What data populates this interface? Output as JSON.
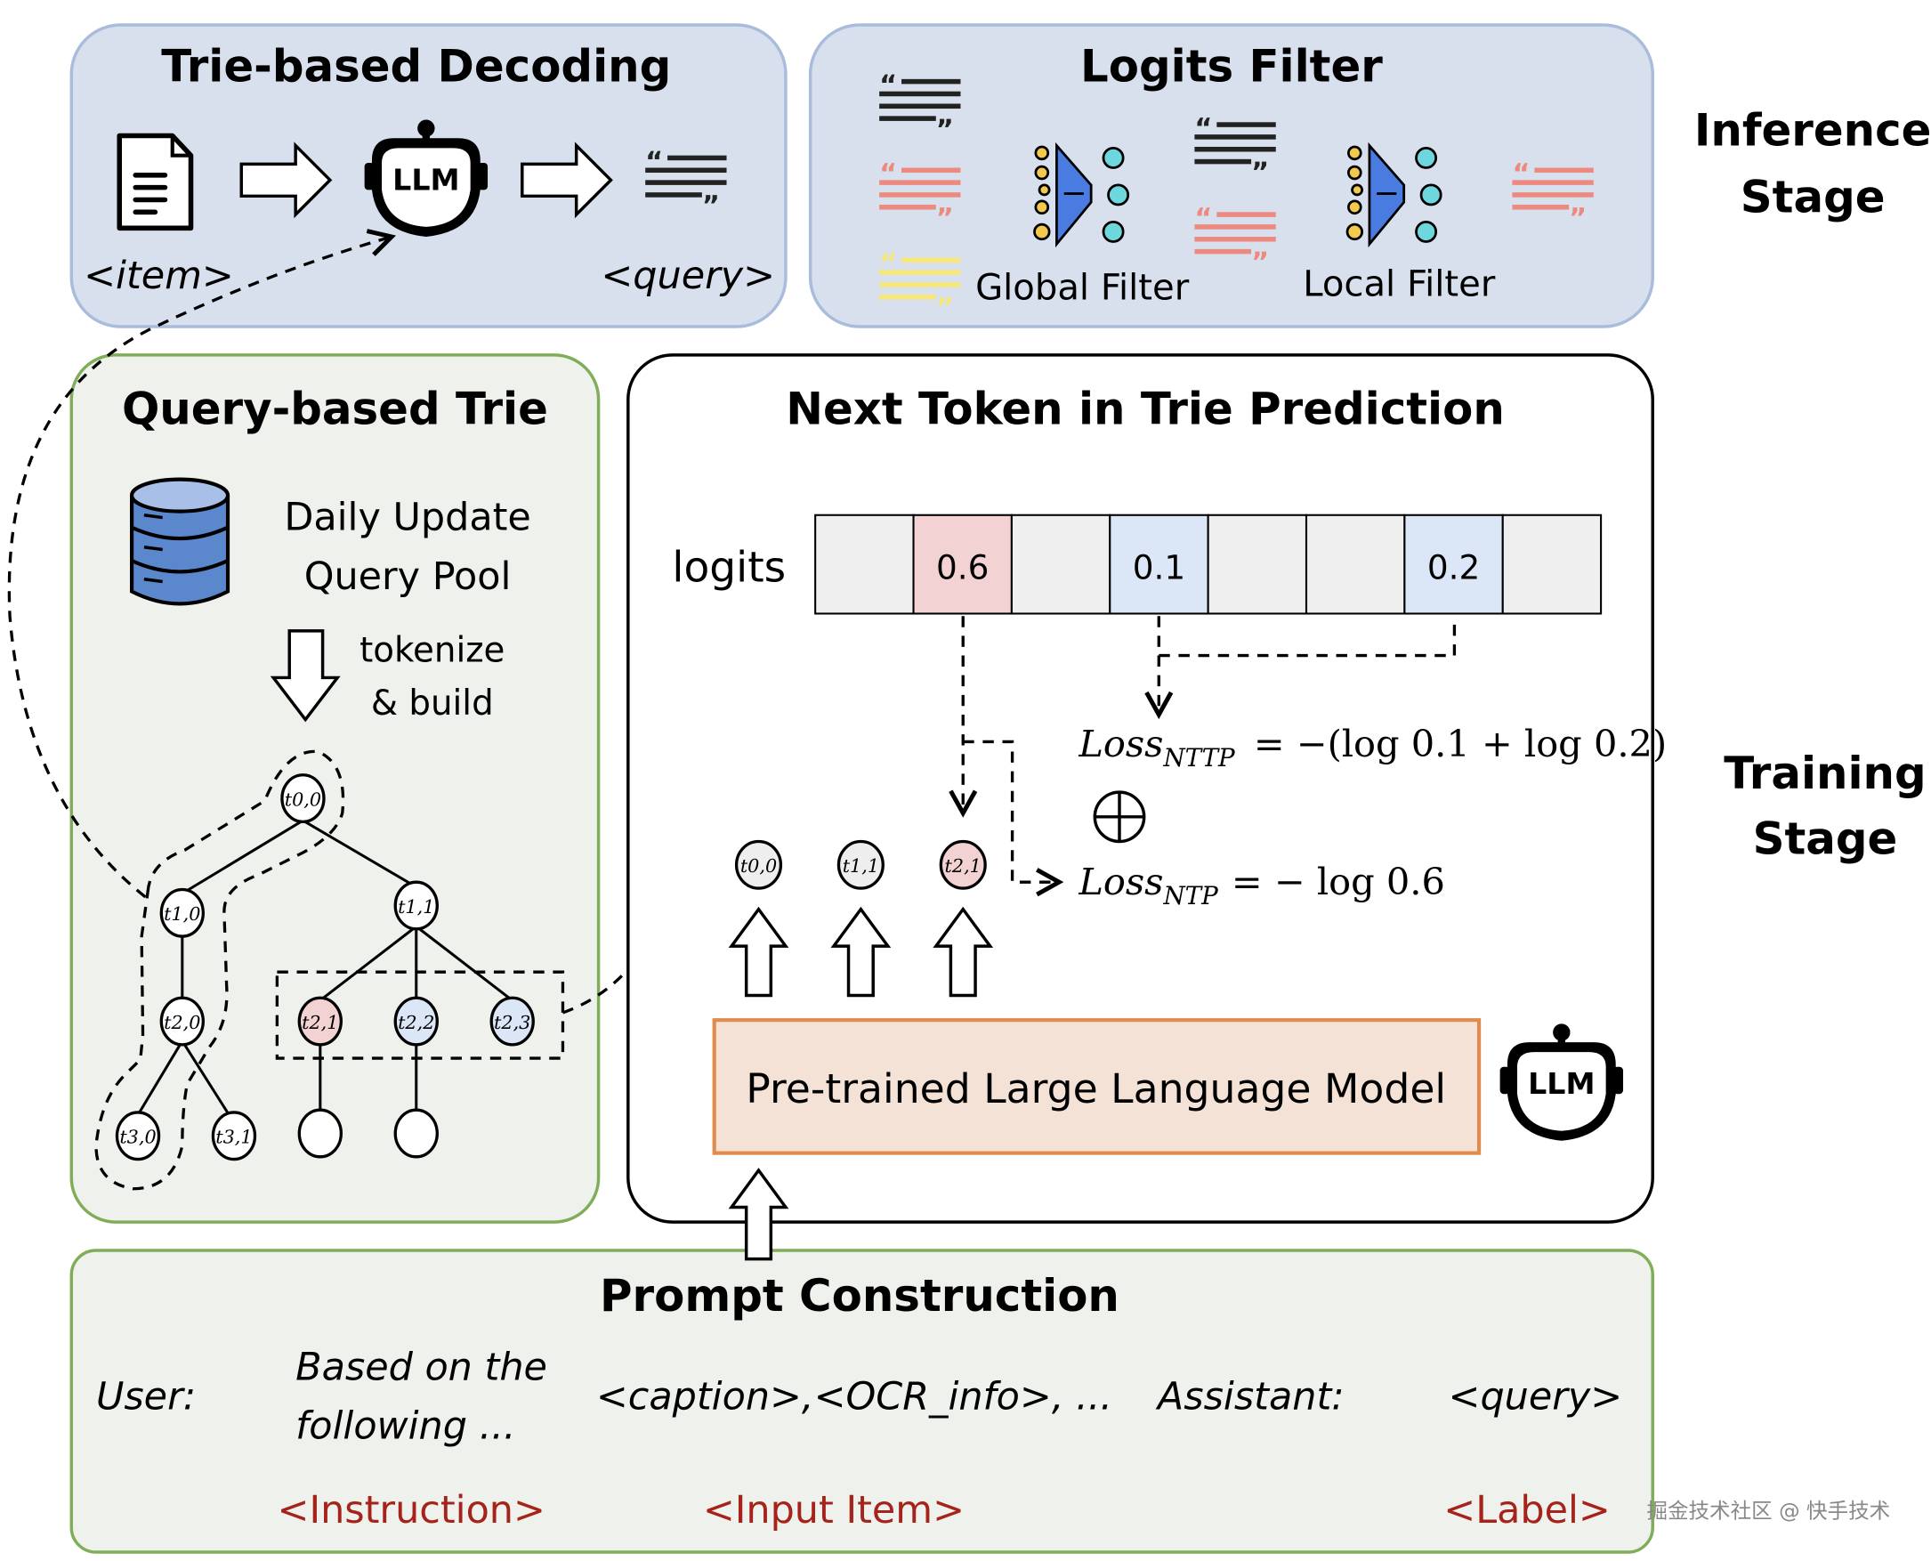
{
  "inference": {
    "stage_label": [
      "Inference",
      "Stage"
    ],
    "trie_decoding": {
      "title": "Trie-based Decoding",
      "input_label": "<item>",
      "model_label": "LLM",
      "output_label": "<query>"
    },
    "logits_filter": {
      "title": "Logits Filter",
      "global_filter_label": "Global Filter",
      "local_filter_label": "Local Filter"
    }
  },
  "training": {
    "stage_label": [
      "Training",
      "Stage"
    ],
    "query_trie": {
      "title": "Query-based Trie",
      "pool_label": [
        "Daily Update",
        "Query Pool"
      ],
      "build_label": [
        "tokenize",
        "& build"
      ],
      "nodes": [
        {
          "id": "t00",
          "label": "t0,0"
        },
        {
          "id": "t10",
          "label": "t1,0"
        },
        {
          "id": "t11",
          "label": "t1,1"
        },
        {
          "id": "t20",
          "label": "t2,0"
        },
        {
          "id": "t21",
          "label": "t2,1"
        },
        {
          "id": "t22",
          "label": "t2,2"
        },
        {
          "id": "t23",
          "label": "t2,3"
        },
        {
          "id": "t30",
          "label": "t3,0"
        },
        {
          "id": "t31",
          "label": "t3,1"
        }
      ]
    },
    "nttp": {
      "title": "Next Token in Trie Prediction",
      "logits_label": "logits",
      "logit_cells": [
        "",
        "0.6",
        "",
        "0.1",
        "",
        "",
        "0.2",
        ""
      ],
      "loss_nttp": {
        "name": "Loss",
        "sub": "NTTP",
        "expr": "= −(log 0.1 + log 0.2)"
      },
      "combine_symbol": "⊕",
      "loss_ntp": {
        "name": "Loss",
        "sub": "NTP",
        "expr": "= − log 0.6"
      },
      "token_sequence": [
        "t0,0",
        "t1,1",
        "t2,1"
      ],
      "model_label": "Pre-trained Large Language Model",
      "llm_icon_label": "LLM"
    },
    "prompt": {
      "title": "Prompt Construction",
      "user_label": "User:",
      "instruction_text": [
        "Based on the",
        "following ..."
      ],
      "input_text": "<caption>,<OCR_info>, ...",
      "assistant_label": "Assistant:",
      "output_text": "<query>",
      "instruction_tag": "<Instruction>",
      "input_tag": "<Input Item>",
      "label_tag": "<Label>"
    }
  },
  "colors": {
    "inference_bg": "#d8e0ee",
    "inference_border": "#a9bcdc",
    "trie_bg": "#eff2ec",
    "trie_border": "#7fad58",
    "highlight_red": "#f3d2d3",
    "highlight_blue": "#dbe6f7",
    "model_bg": "#f5e2d6",
    "model_border": "#e08a4e",
    "tag_red": "#a5231a"
  },
  "watermark": "掘金技术社区 @ 快手技术"
}
